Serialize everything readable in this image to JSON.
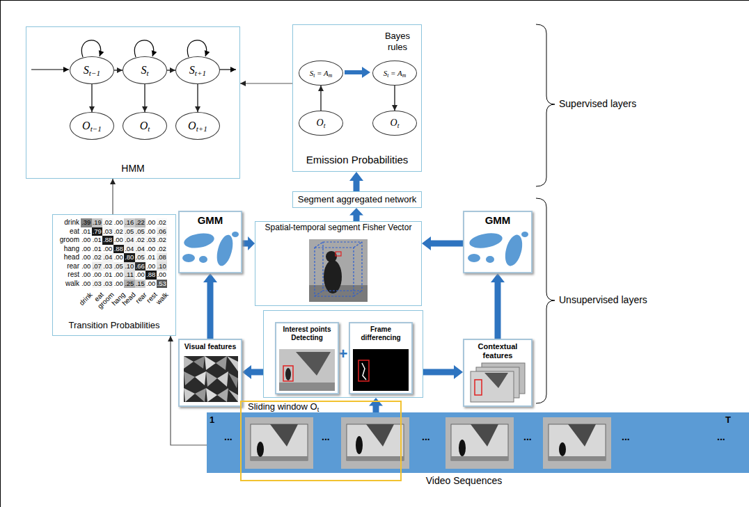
{
  "diagram": {
    "nodes": [
      {
        "text": [
          "HMM"
        ]
      },
      {
        "text": [
          "S",
          "t−1"
        ],
        "in": 0
      },
      {
        "text": [
          "S",
          "t"
        ],
        "in": 0
      },
      {
        "text": [
          "S",
          "t+1"
        ],
        "in": 0
      },
      {
        "text": [
          "O",
          "t−1"
        ],
        "in": 0
      },
      {
        "text": [
          "O",
          "t"
        ],
        "in": 0
      },
      {
        "text": [
          "O",
          "t+1"
        ],
        "in": 0
      },
      {
        "text": [
          "Emission Probabilities"
        ]
      },
      {
        "text": [
          "S",
          "t",
          "= A",
          "m"
        ],
        "in": 7
      },
      {
        "text": [
          "O",
          "t"
        ],
        "in": 7
      },
      {
        "text": [
          "S",
          "t",
          "= A",
          "m"
        ],
        "in": 7
      },
      {
        "text": [
          "O",
          "t"
        ],
        "in": 7
      },
      {
        "text": [
          "Segment aggregated network"
        ]
      },
      {
        "text": [
          "Transition Probabilities"
        ]
      },
      {
        "text": [
          "GMM"
        ]
      },
      {
        "text": [
          "Spatial-temporal segment Fisher Vector"
        ]
      },
      {
        "text": [
          "GMM"
        ]
      },
      {
        "text": [
          "Visual features"
        ]
      },
      {
        "text": [
          "+"
        ]
      },
      {
        "text": [
          "Interest points Detecting"
        ],
        "in": 18
      },
      {
        "text": [
          "Frame differencing"
        ],
        "in": 18
      },
      {
        "text": [
          "Contextual features"
        ]
      },
      {
        "text": [
          "Video Sequences"
        ]
      },
      {
        "text": [
          "Sliding window O",
          "t"
        ]
      }
    ],
    "edges": [
      {
        "from": 1,
        "to": 2,
        "arrow": "to"
      },
      {
        "from": 2,
        "to": 3,
        "arrow": "to"
      },
      {
        "from": 1,
        "to": 4,
        "arrow": "to"
      },
      {
        "from": 2,
        "to": 5,
        "arrow": "to"
      },
      {
        "from": 3,
        "to": 6,
        "arrow": "to"
      },
      {
        "from": 9,
        "to": 8,
        "arrow": "to"
      },
      {
        "from": 10,
        "to": 11,
        "arrow": "to"
      },
      {
        "from": 7,
        "to": 0,
        "arrow": "to"
      },
      {
        "from": 12,
        "to": 7,
        "arrow": "to"
      },
      {
        "from": 15,
        "to": 12,
        "arrow": "to"
      },
      {
        "from": 14,
        "to": 15,
        "arrow": "to"
      },
      {
        "from": 16,
        "to": 15,
        "arrow": "to"
      },
      {
        "from": 17,
        "to": 14,
        "arrow": "to"
      },
      {
        "from": 21,
        "to": 16,
        "arrow": "to"
      },
      {
        "from": 18,
        "to": 17,
        "arrow": "to"
      },
      {
        "from": 18,
        "to": 21,
        "arrow": "to"
      },
      {
        "from": 22,
        "to": 18,
        "arrow": "to"
      },
      {
        "from": 22,
        "to": 13,
        "arrow": "to"
      },
      {
        "from": 13,
        "to": 0,
        "arrow": "to"
      }
    ],
    "labels": [
      "Bayes rules",
      "Supervised layers",
      "Unsupervised layers",
      "drink",
      ".39",
      ".19",
      ".02",
      ".00",
      ".16",
      ".22",
      ".00",
      ".02",
      "eat",
      ".01",
      ".79",
      ".03",
      ".02",
      ".05",
      ".05",
      ".00",
      ".06",
      "groom",
      ".00",
      ".01",
      ".88",
      ".00",
      ".04",
      ".02",
      ".03",
      ".02",
      "hang",
      ".00",
      ".01",
      ".00",
      ".88",
      ".04",
      ".04",
      ".00",
      ".02",
      "head",
      ".00",
      ".02",
      ".04",
      ".00",
      ".80",
      ".05",
      ".01",
      ".08",
      "rear",
      ".00",
      ".07",
      ".03",
      ".05",
      ".10",
      ".66",
      ".00",
      ".10",
      "rest",
      ".00",
      ".00",
      ".01",
      ".00",
      ".11",
      ".00",
      ".88",
      ".00",
      "walk",
      ".00",
      ".03",
      ".03",
      ".00",
      ".25",
      ".15",
      ".00",
      ".53",
      "drink",
      "eat",
      "groom",
      "hang",
      "head",
      "rear",
      "rest",
      "walk",
      "1",
      "T",
      "...",
      "...",
      "...",
      "...",
      "...",
      "..."
    ]
  }
}
